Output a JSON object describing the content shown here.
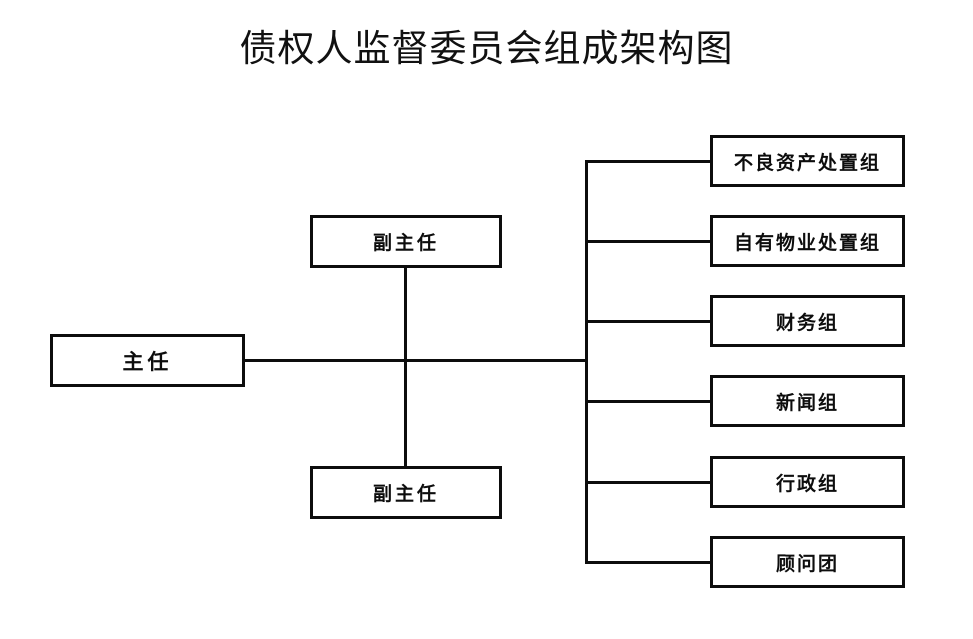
{
  "title": "债权人监督委员会组成架构图",
  "nodes": {
    "director": {
      "label": "主任"
    },
    "deputy_top": {
      "label": "副主任"
    },
    "deputy_bottom": {
      "label": "副主任"
    },
    "groups": [
      {
        "label": "不良资产处置组"
      },
      {
        "label": "自有物业处置组"
      },
      {
        "label": "财务组"
      },
      {
        "label": "新闻组"
      },
      {
        "label": "行政组"
      },
      {
        "label": "顾问团"
      }
    ]
  },
  "colors": {
    "background": "#ffffff",
    "line": "#0d0d0d",
    "text": "#111111"
  }
}
